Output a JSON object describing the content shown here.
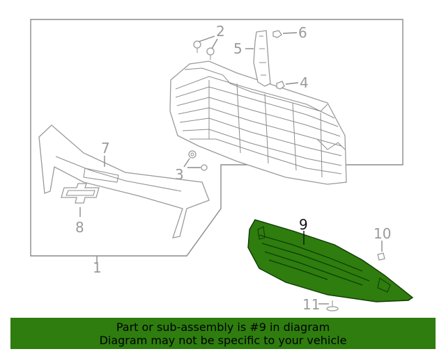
{
  "callouts": {
    "c1": "1",
    "c2": "2",
    "c3": "3",
    "c4": "4",
    "c5": "5",
    "c6": "6",
    "c7": "7",
    "c8": "8",
    "c9": "9",
    "c10": "10",
    "c11": "11"
  },
  "highlight_color": "#2e7d0e",
  "banner": {
    "line1": "Part or sub-assembly is #9 in diagram",
    "line2": "Diagram may not be specific to your vehicle"
  }
}
